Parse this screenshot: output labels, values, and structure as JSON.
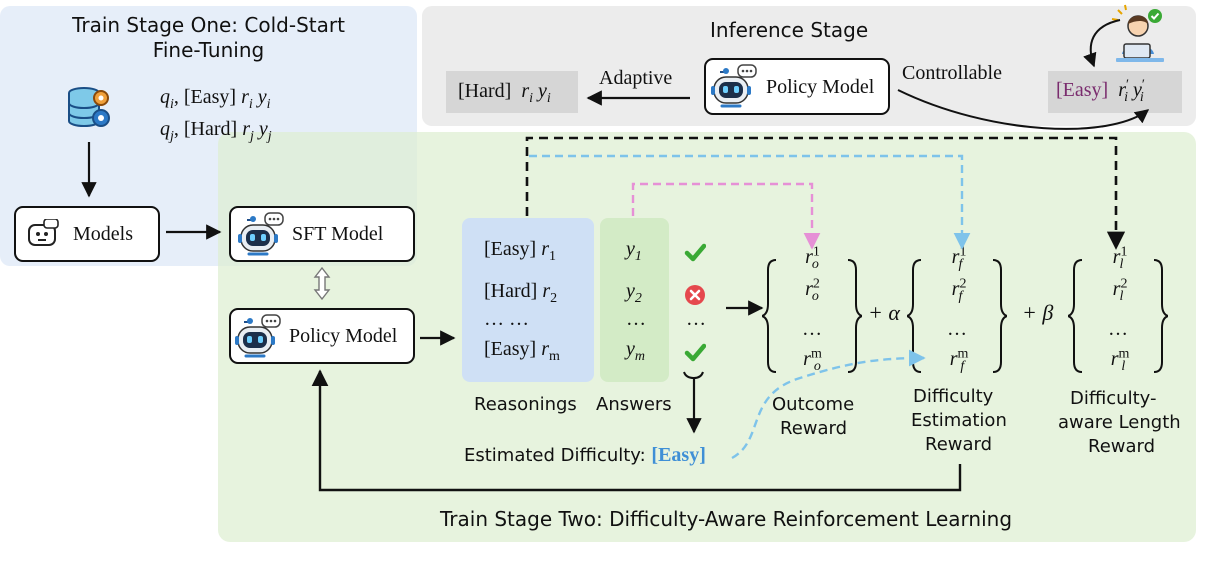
{
  "stage_one": {
    "title_line1": "Train Stage One: Cold-Start",
    "title_line2": "Fine-Tuning",
    "data_line1": {
      "q": "q",
      "qsub": "i",
      "tag": "[Easy]",
      "r": "r",
      "rsub": "i",
      "y": "y",
      "ysub": "i"
    },
    "data_line2": {
      "q": "q",
      "qsub": "j",
      "tag": "[Hard]",
      "r": "r",
      "rsub": "j",
      "y": "y",
      "ysub": "j"
    },
    "models_label": "Models",
    "sft_label": "SFT Model"
  },
  "inference": {
    "title": "Inference Stage",
    "policy_label": "Policy Model",
    "adaptive_label": "Adaptive",
    "controllable_label": "Controllable",
    "hard_output": {
      "tag": "[Hard]",
      "r": "r",
      "rsub": "i",
      "y": "y",
      "ysub": "i"
    },
    "easy_output": {
      "tag": "[Easy]",
      "r": "r",
      "rsup": "′",
      "rsub": "i",
      "y": "y",
      "ysup": "′",
      "ysub": "i"
    }
  },
  "stage_two": {
    "title": "Train Stage Two: Difficulty-Aware Reinforcement Learning",
    "policy_label": "Policy Model",
    "reasonings": [
      {
        "tag": "[Easy]",
        "sym": "r",
        "sub": "1"
      },
      {
        "tag": "[Hard]",
        "sym": "r",
        "sub": "2"
      },
      {
        "tag": "… …",
        "sym": "",
        "sub": ""
      },
      {
        "tag": "[Easy]",
        "sym": "r",
        "sub": "m"
      }
    ],
    "answers": [
      {
        "sym": "y",
        "sub": "1"
      },
      {
        "sym": "y",
        "sub": "2"
      },
      {
        "sym": "…",
        "sub": ""
      },
      {
        "sym": "y",
        "sub": "m"
      }
    ],
    "marks": [
      "check",
      "cross",
      "…",
      "check"
    ],
    "reasonings_caption": "Reasonings",
    "answers_caption": "Answers",
    "estimated_label": "Estimated Difficulty:",
    "estimated_value": "[Easy]",
    "outcome": {
      "sym": "r",
      "sub": "o",
      "sups": [
        "1",
        "2",
        "",
        "m"
      ],
      "caption1": "Outcome",
      "caption2": "Reward"
    },
    "difficulty": {
      "sym": "r",
      "sub": "f",
      "sups": [
        "1",
        "2",
        "",
        "m"
      ],
      "caption1": "Difficulty",
      "caption2": "Estimation",
      "caption3": "Reward"
    },
    "length": {
      "sym": "r",
      "sub": "l",
      "sups": [
        "1",
        "2",
        "",
        "m"
      ],
      "caption1": "Difficulty-",
      "caption2": "aware Length",
      "caption3": "Reward"
    },
    "plus_alpha": "+ α",
    "plus_beta": "+ β",
    "ellipsis": "…"
  },
  "colors": {
    "stage_one_bg": "#e6eef9",
    "inference_bg": "#ececec",
    "stage_two_bg": "#eaf4e2",
    "reasonings_bg": "#cfe0f5",
    "answers_bg": "#d3ebc6",
    "output_bg": "#d6d6d6",
    "easy_purple": "#7a2c6e",
    "easy_blue": "#3f8fd6",
    "pink_dash": "#e690d6",
    "blue_dash": "#7ec3ea",
    "check_green": "#3aa935",
    "cross_red": "#e5484d"
  }
}
